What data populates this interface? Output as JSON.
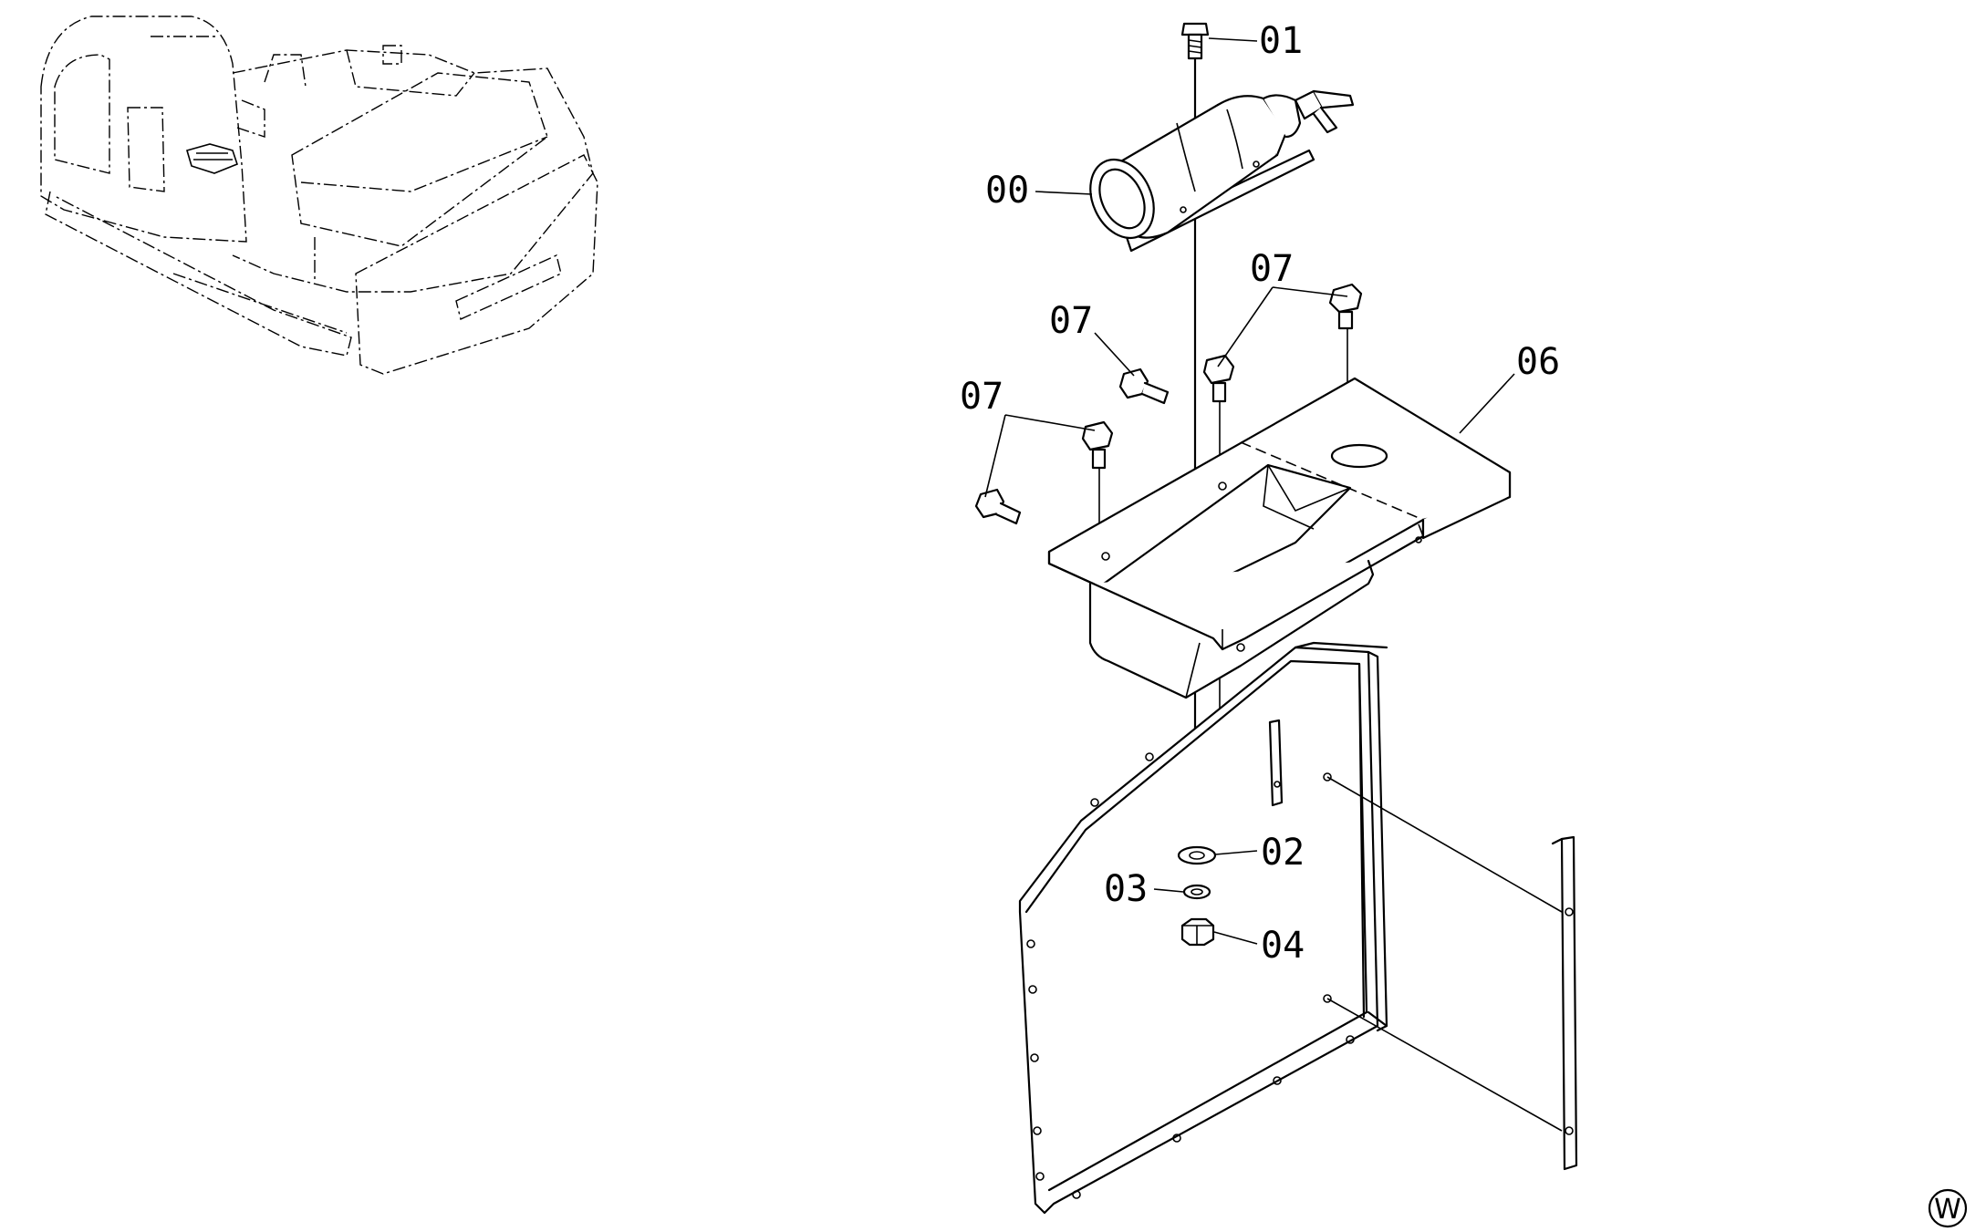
{
  "labels": {
    "p00": "00",
    "p01": "01",
    "p02": "02",
    "p03": "03",
    "p04": "04",
    "p06": "06",
    "p07a": "07",
    "p07b": "07",
    "p07c": "07"
  },
  "corner_mark": "W"
}
